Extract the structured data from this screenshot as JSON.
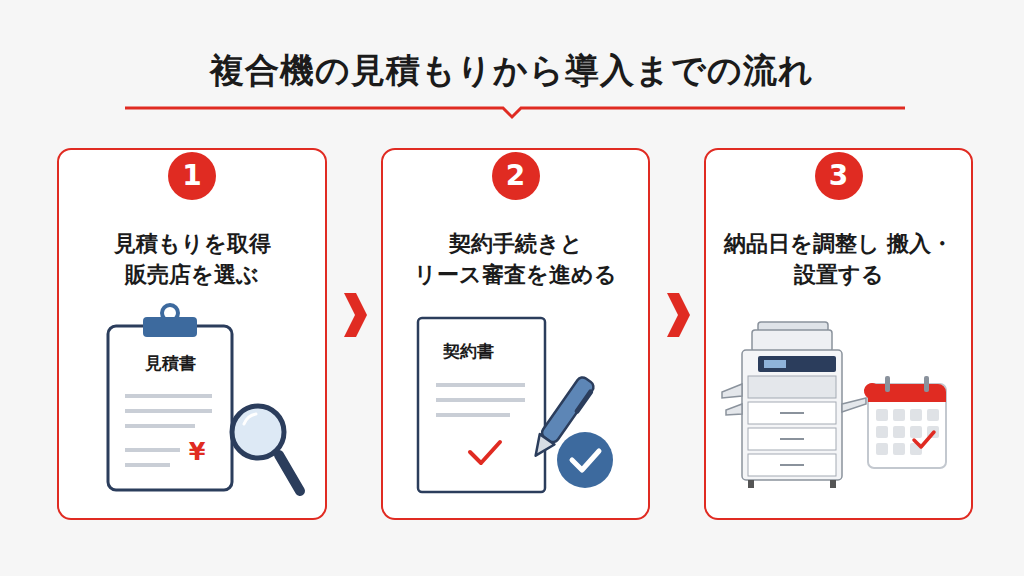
{
  "diagram": {
    "title": "複合機の見積もりから導入までの流れ",
    "nodes": [
      {
        "text": [
          "1",
          "見積もりを取得 販売店を選ぶ"
        ]
      },
      {
        "text": [
          "2",
          "契約手続きと リース審査を進める"
        ]
      },
      {
        "text": [
          "3",
          "納品日を調整し 搬入・設置する"
        ]
      }
    ],
    "edges": [
      {
        "from": 0,
        "to": 1,
        "arrow": "to"
      },
      {
        "from": 1,
        "to": 2,
        "arrow": "to"
      }
    ],
    "labels": [
      "見積書",
      "¥",
      "契約書"
    ]
  }
}
